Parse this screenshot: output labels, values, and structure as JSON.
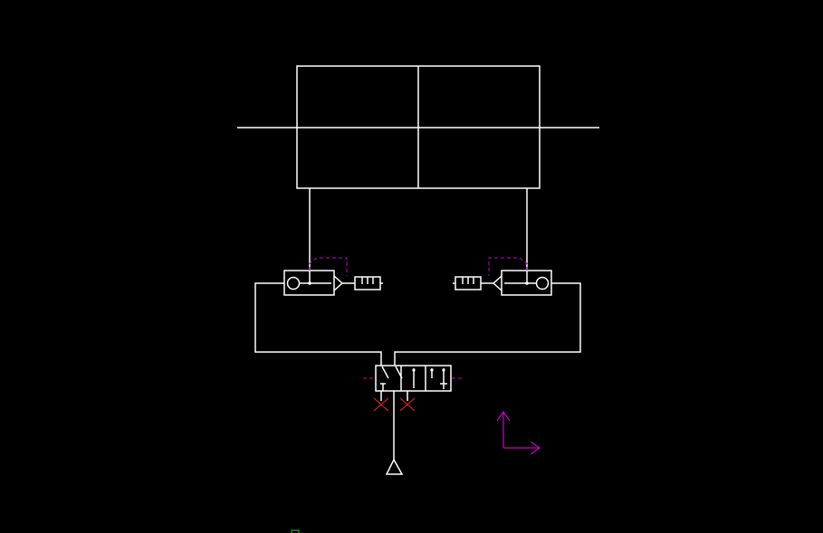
{
  "canvas": {
    "background": "#000000",
    "line_color": "#ffffff",
    "accent_colors": {
      "construction": "#c800c8",
      "cross_marker": "#c81e1e",
      "cursor": "#22cc22"
    }
  },
  "components": [
    {
      "name": "double-acting-cylinder",
      "kind": "cylinder"
    },
    {
      "name": "left-pilot-check-valve",
      "kind": "valve"
    },
    {
      "name": "right-pilot-check-valve",
      "kind": "valve"
    },
    {
      "name": "left-silencer",
      "kind": "silencer"
    },
    {
      "name": "right-silencer",
      "kind": "silencer"
    },
    {
      "name": "directional-control-valve",
      "kind": "valve"
    },
    {
      "name": "pressure-source",
      "kind": "source"
    },
    {
      "name": "ucs-axis-icon",
      "kind": "icon"
    }
  ]
}
